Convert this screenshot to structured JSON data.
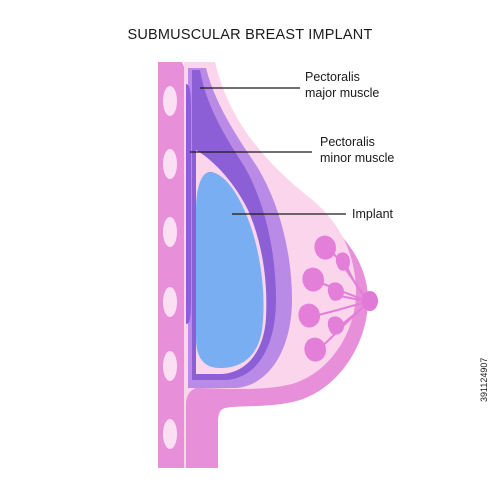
{
  "title": "SUBMUSCULAR BREAST IMPLANT",
  "labels": {
    "pectoralis_major_l1": "Pectoralis",
    "pectoralis_major_l2": "major muscle",
    "pectoralis_minor_l1": "Pectoralis",
    "pectoralis_minor_l2": "minor muscle",
    "implant": "Implant"
  },
  "watermark": "391124907",
  "colors": {
    "skin": "#e78fd9",
    "tissue": "#fbd5ec",
    "muscle_major": "#b98ae6",
    "muscle_minor": "#8d5fd6",
    "implant": "#7aaef2",
    "glands": "#e47fd9",
    "rib": "#fae0f2",
    "nipple": "#e07ad6",
    "leader": "#1a1a1a"
  }
}
